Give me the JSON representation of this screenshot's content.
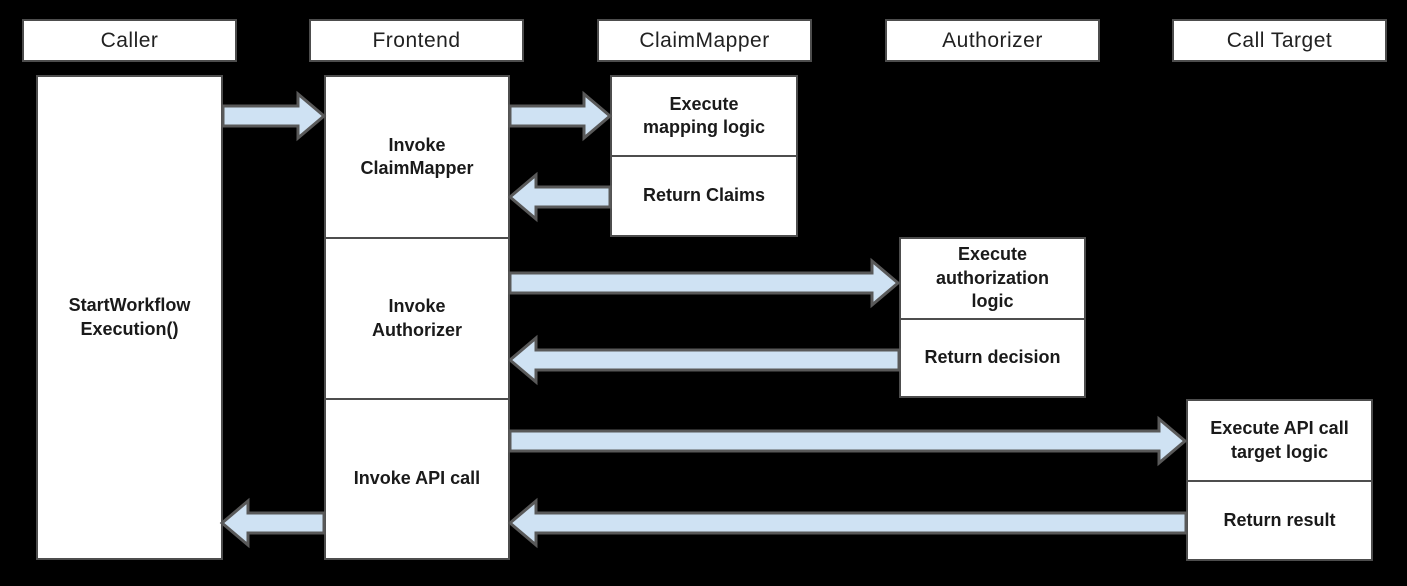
{
  "diagram": {
    "type": "sequence-diagram",
    "colors": {
      "background": "#000000",
      "box_fill": "#ffffff",
      "box_border": "#4d4d4d",
      "arrow_fill": "#cfe2f3",
      "arrow_outline": "#595959",
      "text": "#1a1a1a"
    },
    "participants": [
      {
        "label": "Caller"
      },
      {
        "label": "Frontend"
      },
      {
        "label": "ClaimMapper"
      },
      {
        "label": "Authorizer"
      },
      {
        "label": "Call Target"
      }
    ],
    "activations": {
      "caller": [
        {
          "label": "StartWorkflow\nExecution()"
        }
      ],
      "frontend": [
        {
          "label": "Invoke\nClaimMapper"
        },
        {
          "label": "Invoke\nAuthorizer"
        },
        {
          "label": "Invoke API call"
        }
      ],
      "claimmapper": [
        {
          "label": "Execute\nmapping logic"
        },
        {
          "label": "Return Claims"
        }
      ],
      "authorizer": [
        {
          "label": "Execute\nauthorization\nlogic"
        },
        {
          "label": "Return decision"
        }
      ],
      "calltarget": [
        {
          "label": "Execute API call\ntarget logic"
        },
        {
          "label": "Return result"
        }
      ]
    },
    "arrows": [
      {
        "from": "Caller",
        "to": "Frontend",
        "direction": "right",
        "meaning": "StartWorkflowExecution() call"
      },
      {
        "from": "Frontend",
        "to": "ClaimMapper",
        "direction": "right",
        "meaning": "Invoke ClaimMapper"
      },
      {
        "from": "ClaimMapper",
        "to": "Frontend",
        "direction": "left",
        "meaning": "Return Claims"
      },
      {
        "from": "Frontend",
        "to": "Authorizer",
        "direction": "right",
        "meaning": "Invoke Authorizer"
      },
      {
        "from": "Authorizer",
        "to": "Frontend",
        "direction": "left",
        "meaning": "Return decision"
      },
      {
        "from": "Frontend",
        "to": "Call Target",
        "direction": "right",
        "meaning": "Invoke API call"
      },
      {
        "from": "Call Target",
        "to": "Frontend",
        "direction": "left",
        "meaning": "Return result"
      },
      {
        "from": "Frontend",
        "to": "Caller",
        "direction": "left",
        "meaning": "Return result to caller"
      }
    ]
  }
}
